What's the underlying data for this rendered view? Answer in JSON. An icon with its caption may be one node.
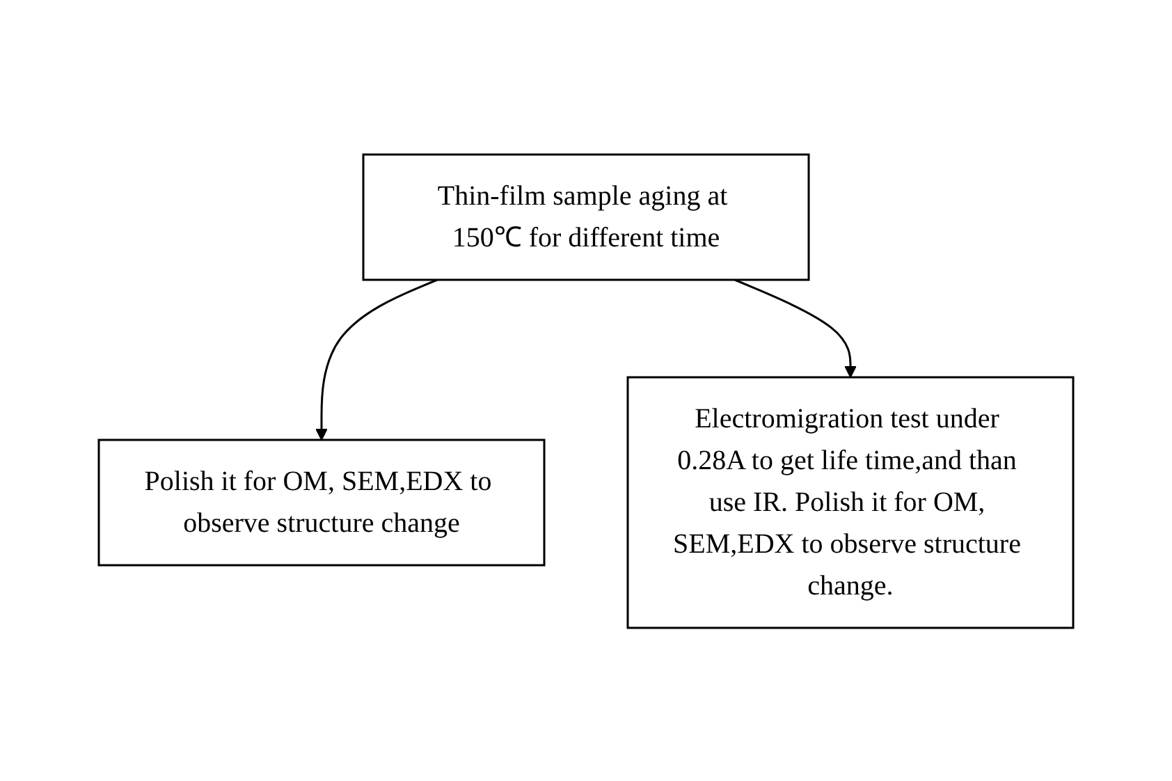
{
  "diagram": {
    "nodes": [
      {
        "text": [
          "Thin-film sample aging at 150℃ for different time"
        ]
      },
      {
        "text": [
          "Polish it for OM, SEM,EDX to observe structure change"
        ]
      },
      {
        "text": [
          "Electromigration test under 0.28A to get life time,and than use IR. Polish it for OM, SEM,EDX to observe structure change."
        ]
      }
    ],
    "edges": [
      {
        "from": 0,
        "to": 1,
        "arrow": "to"
      },
      {
        "from": 0,
        "to": 2,
        "arrow": "to"
      }
    ]
  }
}
